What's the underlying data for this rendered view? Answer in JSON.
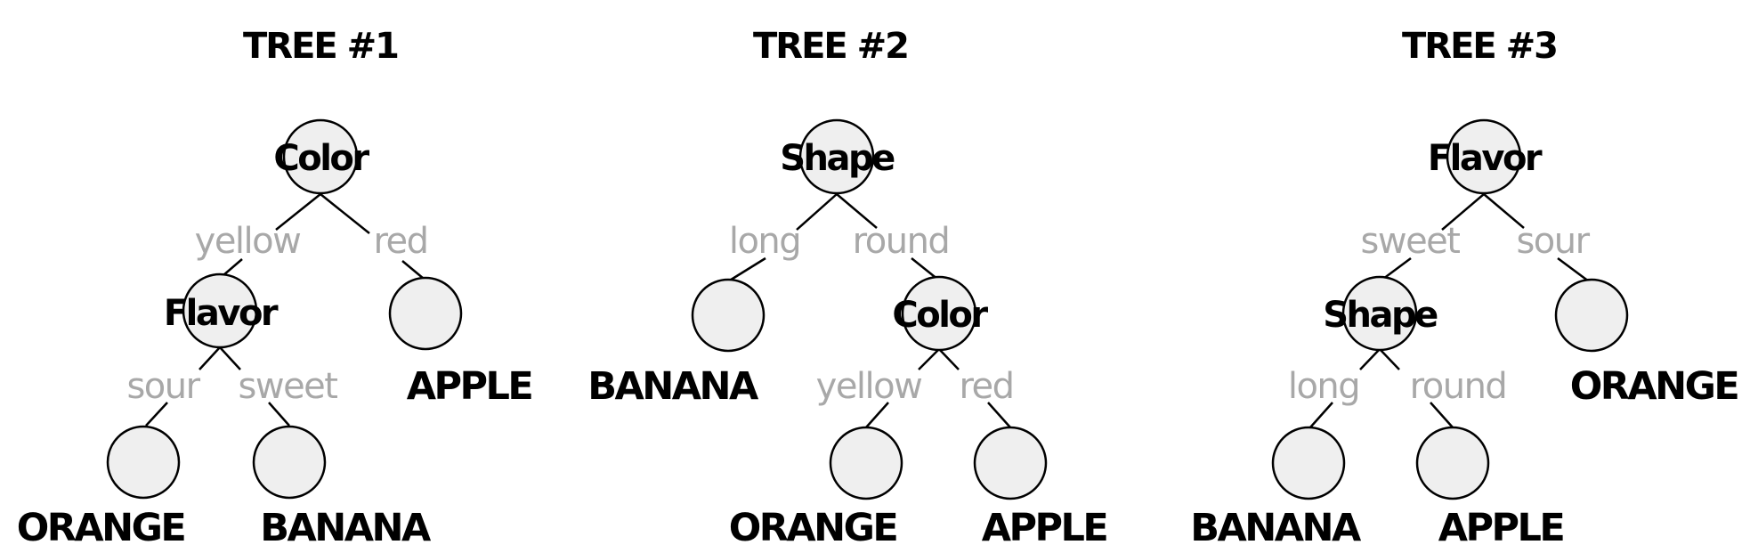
{
  "trees": [
    {
      "title": "TREE #1",
      "root": "Color",
      "edges": {
        "root_left": "yellow",
        "root_right": "red",
        "sub_left": "sour",
        "sub_right": "sweet"
      },
      "subnode": "Flavor",
      "leaves": {
        "root_leaf": "APPLE",
        "sub_left": "ORANGE",
        "sub_right": "BANANA"
      }
    },
    {
      "title": "TREE #2",
      "root": "Shape",
      "edges": {
        "root_left": "long",
        "root_right": "round",
        "sub_left": "yellow",
        "sub_right": "red"
      },
      "subnode": "Color",
      "leaves": {
        "root_leaf": "BANANA",
        "sub_left": "ORANGE",
        "sub_right": "APPLE"
      }
    },
    {
      "title": "TREE #3",
      "root": "Flavor",
      "edges": {
        "root_left": "sweet",
        "root_right": "sour",
        "sub_left": "long",
        "sub_right": "round"
      },
      "subnode": "Shape",
      "leaves": {
        "root_leaf": "ORANGE",
        "sub_left": "BANANA",
        "sub_right": "APPLE"
      }
    }
  ],
  "colors": {
    "circle_fill": "#efefef",
    "edge_label": "#a8a8a8",
    "stroke": "#000000"
  }
}
